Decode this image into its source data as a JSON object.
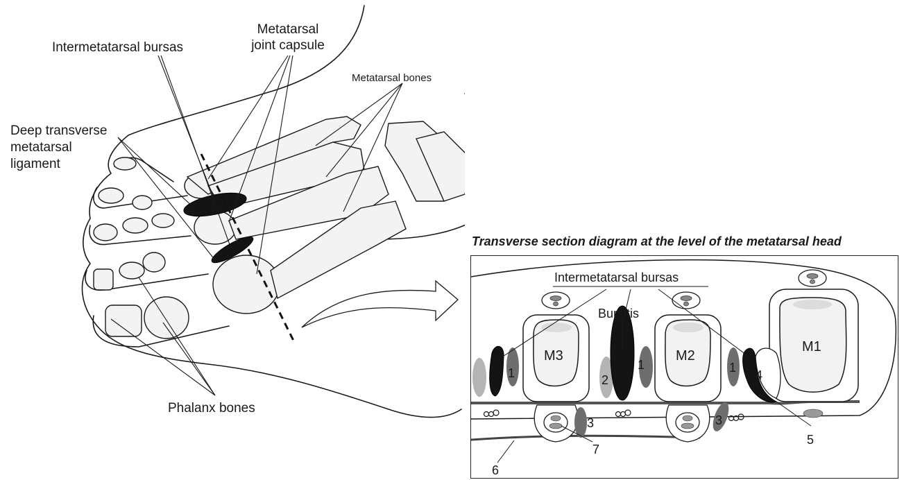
{
  "foot_labels": {
    "intermetatarsal_bursas": "Intermetatarsal bursas",
    "metatarsal_joint_capsule_line1": "Metatarsal",
    "metatarsal_joint_capsule_line2": "joint capsule",
    "metatarsal_bones": "Metatarsal bones",
    "deep_transverse_line1": "Deep transverse",
    "deep_transverse_line2": "metatarsal",
    "deep_transverse_line3": "ligament",
    "phalanx_bones": "Phalanx bones"
  },
  "section": {
    "title": "Transverse section diagram at the level of the metatarsal head",
    "intermetatarsal_bursas": "Intermetatarsal bursas",
    "bursitis": "Bursitis",
    "bones": [
      "M3",
      "M2",
      "M1"
    ],
    "numbers": {
      "n1a": "1",
      "n1b": "1",
      "n1c": "1",
      "n2": "2",
      "n3a": "3",
      "n3b": "3",
      "n4": "4",
      "n5": "5",
      "n6": "6",
      "n7": "7"
    }
  },
  "colors": {
    "line": "#1a1a1a",
    "bone_fill": "#f2f2f2",
    "bursa_dark": "#141414",
    "bursa_gray": "#6e6e6e",
    "bursa_light": "#b4b4b4"
  }
}
